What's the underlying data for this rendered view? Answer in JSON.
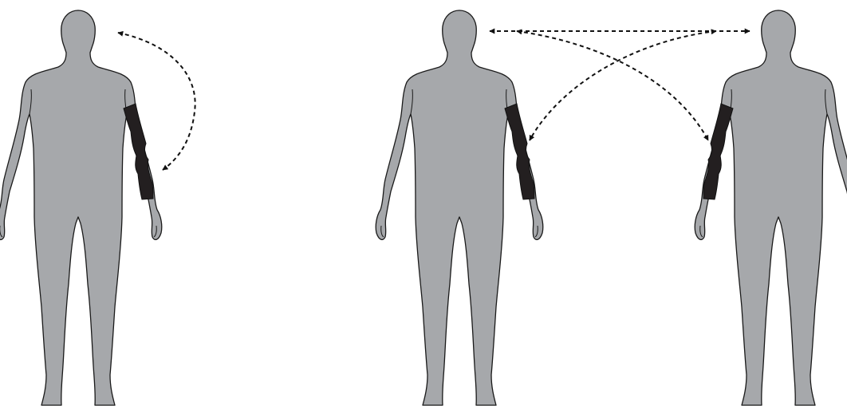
{
  "colors": {
    "background": "#ffffff",
    "body_fill": "#a6a8ab",
    "body_outline": "#1a1a1a",
    "sleeve": "#231f20",
    "arrow": "#111111"
  },
  "figures": [
    {
      "id": "figure-left",
      "sleeve_on": "left-arm"
    },
    {
      "id": "figure-middle",
      "sleeve_on": "left-arm"
    },
    {
      "id": "figure-right",
      "sleeve_on": "right-arm"
    }
  ],
  "arrows": [
    {
      "id": "head-to-sleeve",
      "style": "dashed",
      "heads": "both"
    },
    {
      "id": "head-to-head",
      "style": "dashed",
      "heads": "both"
    },
    {
      "id": "head-middle-to-sleeve-right",
      "style": "dashed",
      "heads": "both"
    },
    {
      "id": "head-right-to-sleeve-middle",
      "style": "dashed",
      "heads": "both"
    }
  ]
}
